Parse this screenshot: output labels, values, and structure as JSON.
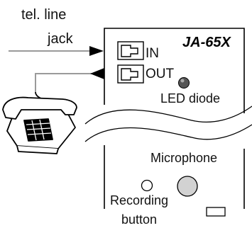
{
  "labels": {
    "line_label_1": "tel. line",
    "line_label_2": "jack",
    "model": "JA-65X",
    "port_in": "IN",
    "port_out": "OUT",
    "led": "LED diode",
    "microphone": "Microphone",
    "recording_1": "Recording",
    "recording_2": "button"
  },
  "colors": {
    "line": "#000000",
    "gray_line": "#9a9a9a",
    "led_fill": "#555555",
    "mic_fill": "#d2d2d2"
  },
  "icons": {
    "phone": "desk-telephone-icon",
    "port": "rj-jack-icon"
  }
}
